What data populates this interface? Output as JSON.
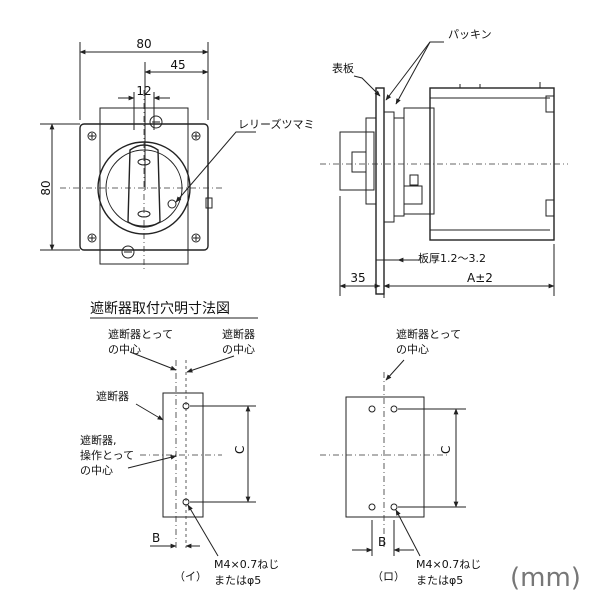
{
  "front_view": {
    "dim_width": "80",
    "dim_offset": "45",
    "dim_knob": "12",
    "dim_height": "80",
    "release_knob_label": "レリーズツマミ"
  },
  "side_view": {
    "panel_label": "表板",
    "gasket_label": "パッキン",
    "plate_thickness_label": "板厚1.2～3.2",
    "dim_front": "35",
    "dim_a": "A±2"
  },
  "cutout": {
    "title": "遮断器取付穴明寸法図",
    "breaker_center_knob": "遮断器とって",
    "breaker_label": "遮断器",
    "center_suffix": "の中心",
    "breaker_op_line1": "遮断器,",
    "breaker_op_line2": "操作とって",
    "breaker_op_line3": "の中心",
    "dim_c": "C",
    "dim_b": "B",
    "screw_label_1": "M4×0.7ねじ",
    "screw_label_2": "またはφ5",
    "variant_i": "（イ）",
    "variant_ro": "（ロ）"
  },
  "unit": "(mm)"
}
